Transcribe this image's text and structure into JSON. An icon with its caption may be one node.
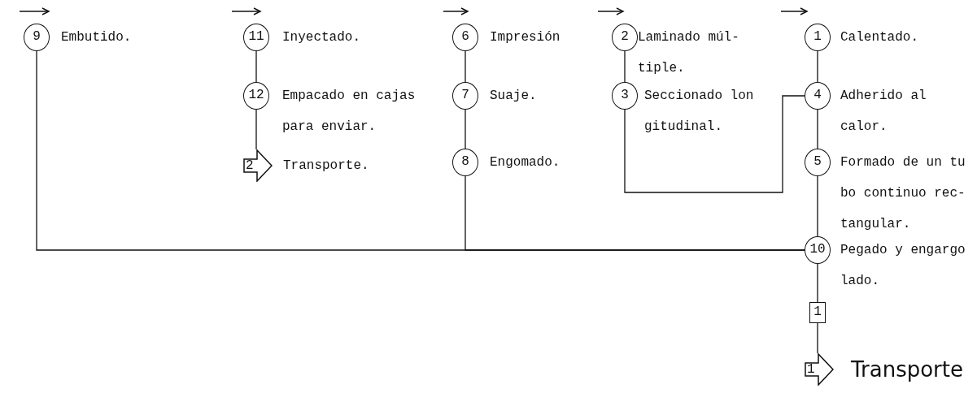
{
  "diagram": {
    "nodes": [
      {
        "text": [
          "9"
        ],
        "beside": [
          "Embutido."
        ]
      },
      {
        "text": [
          "11"
        ],
        "beside": [
          "Inyectado."
        ]
      },
      {
        "text": [
          "12"
        ],
        "beside": [
          "Empacado en cajas para enviar."
        ]
      },
      {
        "text": [
          "2"
        ],
        "beside": [
          "Transporte."
        ]
      },
      {
        "text": [
          "6"
        ],
        "beside": [
          "Impresión"
        ]
      },
      {
        "text": [
          "7"
        ],
        "beside": [
          "Suaje."
        ]
      },
      {
        "text": [
          "8"
        ],
        "beside": [
          "Engomado."
        ]
      },
      {
        "text": [
          "2"
        ],
        "beside": [
          "Laminado múl- tiple."
        ]
      },
      {
        "text": [
          "3"
        ],
        "beside": [
          "Seccionado lon gitudinal."
        ]
      },
      {
        "text": [
          "1"
        ],
        "beside": [
          "Calentado."
        ]
      },
      {
        "text": [
          "4"
        ],
        "beside": [
          "Adherido al calor."
        ]
      },
      {
        "text": [
          "5"
        ],
        "beside": [
          "Formado de un tu bo continuo rec- tangular."
        ]
      },
      {
        "text": [
          "10"
        ],
        "beside": [
          "Pegado y engargo lado."
        ]
      },
      {
        "text": [
          "1"
        ]
      },
      {
        "text": [
          "1"
        ],
        "beside": [
          "Transporte"
        ]
      }
    ],
    "edges": [
      {
        "from": 1,
        "to": 2,
        "arrow": "none"
      },
      {
        "from": 2,
        "to": 3,
        "arrow": "none"
      },
      {
        "from": 4,
        "to": 5,
        "arrow": "none"
      },
      {
        "from": 5,
        "to": 6,
        "arrow": "none"
      },
      {
        "from": 7,
        "to": 8,
        "arrow": "none"
      },
      {
        "from": 9,
        "to": 10,
        "arrow": "none"
      },
      {
        "from": 10,
        "to": 11,
        "arrow": "none"
      },
      {
        "from": 11,
        "to": 12,
        "arrow": "none"
      },
      {
        "from": 12,
        "to": 13,
        "arrow": "none"
      },
      {
        "from": 13,
        "to": 14,
        "arrow": "none"
      },
      {
        "from": 8,
        "to": 10,
        "arrow": "none"
      },
      {
        "from": 0,
        "to": 12,
        "arrow": "none"
      },
      {
        "from": 6,
        "to": 12,
        "arrow": "none"
      }
    ]
  }
}
